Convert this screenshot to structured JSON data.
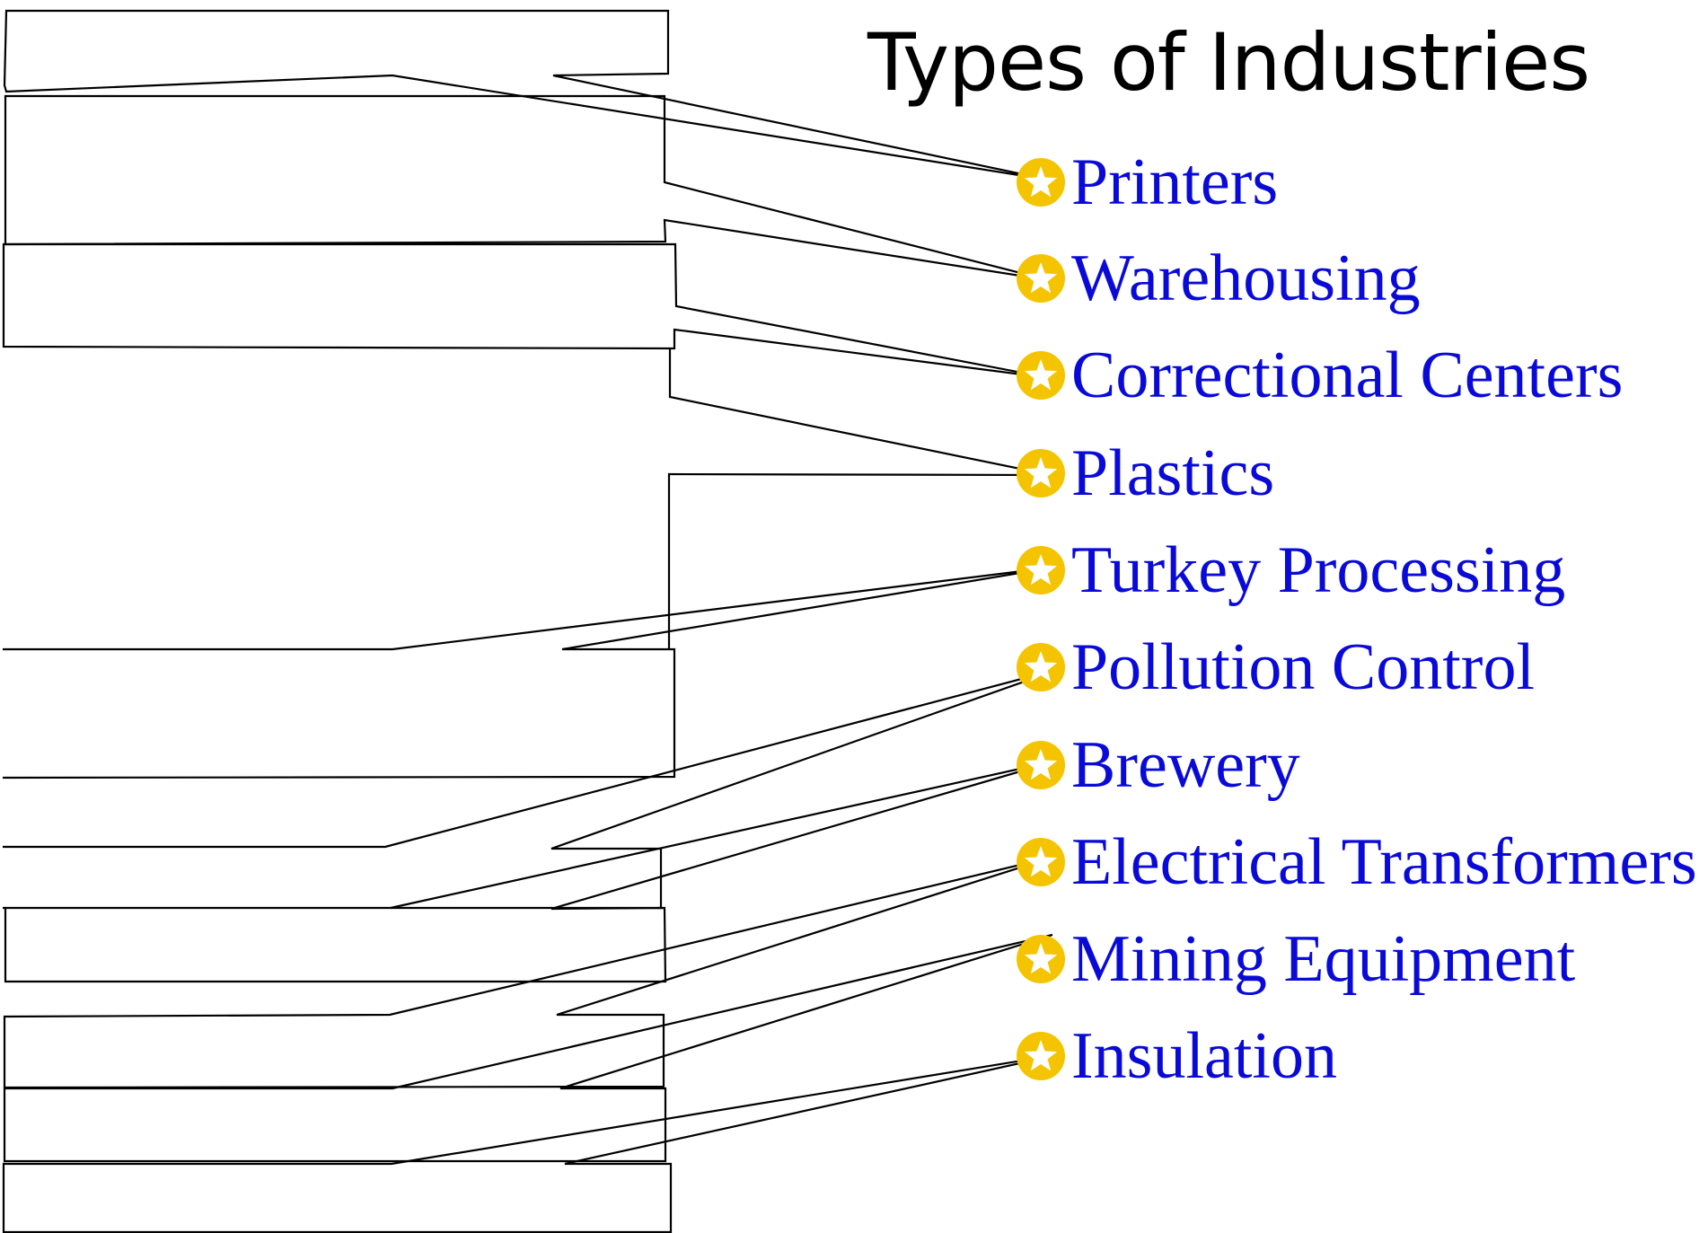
{
  "title": "Types of Industries",
  "colors": {
    "label": "#0a0ad8",
    "bullet": "#f5c400",
    "bullet_star": "#ffffff",
    "line": "#000000"
  },
  "bullet_icon": "star-circle-icon",
  "industries": [
    {
      "label": "Printers"
    },
    {
      "label": "Warehousing"
    },
    {
      "label": "Correctional Centers"
    },
    {
      "label": "Plastics"
    },
    {
      "label": "Turkey Processing"
    },
    {
      "label": "Pollution Control"
    },
    {
      "label": "Brewery"
    },
    {
      "label": "Electrical Transformers"
    },
    {
      "label": "Mining Equipment"
    },
    {
      "label": "Insulation"
    }
  ]
}
